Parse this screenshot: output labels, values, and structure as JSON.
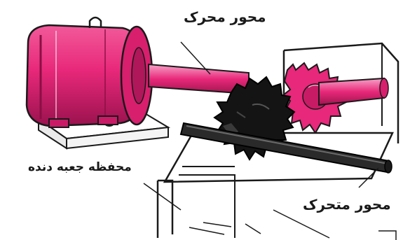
{
  "labels": {
    "motor_shaft": "محور محرک",
    "gearbox_housing": "محفظه جعبه دنده",
    "driven_shaft": "محور متحرک"
  },
  "colors": {
    "motor": "#e8287a",
    "motor_dark": "#8a0f44",
    "gear_dark": "#141414",
    "shaft_dark": "#2a2a2a",
    "outline": "#1a1a1a",
    "background": "#ffffff"
  }
}
